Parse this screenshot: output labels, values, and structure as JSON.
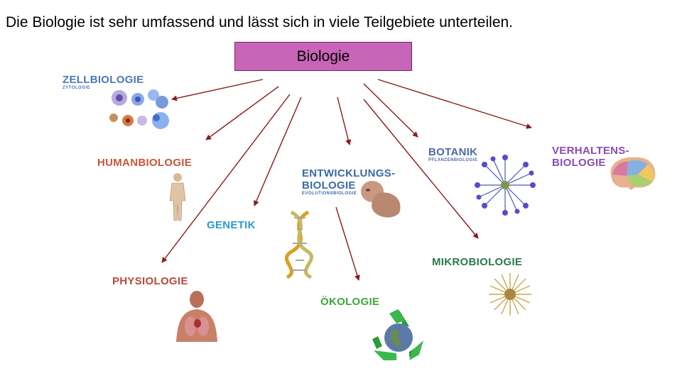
{
  "headline": "Die Biologie ist sehr umfassend und lässt sich in viele Teilgebiete unterteilen.",
  "root": {
    "label": "Biologie",
    "color": "#c965b8"
  },
  "arrow_color": "#8b1a1a",
  "branches": [
    {
      "id": "zellbiologie",
      "label": "ZELLBIOLOGIE",
      "sub": "ZYTOLOGIE",
      "color": "#4a78b8",
      "icon": "cells-icon"
    },
    {
      "id": "humanbiologie",
      "label": "HUMANBIOLOGIE",
      "sub": "",
      "color": "#c8563a",
      "icon": "human-body-icon"
    },
    {
      "id": "genetik",
      "label": "GENETIK",
      "sub": "",
      "color": "#2a9ad0",
      "icon": "dna-icon"
    },
    {
      "id": "physiologie",
      "label": "PHYSIOLOGIE",
      "sub": "",
      "color": "#b44a3a",
      "icon": "anatomy-icon"
    },
    {
      "id": "entwicklungsbiologie",
      "label": "ENTWICKLUNGS-\nBIOLOGIE",
      "sub": "EVOLUTIONSBIOLOGIE",
      "color": "#3a6aa8",
      "icon": "fetus-icon"
    },
    {
      "id": "oekologie",
      "label": "ÖKOLOGIE",
      "sub": "",
      "color": "#3aa83a",
      "icon": "recycling-globe-icon"
    },
    {
      "id": "botanik",
      "label": "BOTANIK",
      "sub": "PFLANZENBIOLOGIE",
      "color": "#4a6aa8",
      "icon": "flower-icon"
    },
    {
      "id": "mikrobiologie",
      "label": "MIKROBIOLOGIE",
      "sub": "",
      "color": "#2a7a4a",
      "icon": "microbe-icon"
    },
    {
      "id": "verhaltensbiologie",
      "label": "VERHALTENS-\nBIOLOGIE",
      "sub": "",
      "color": "#8a4ab8",
      "icon": "brain-icon"
    }
  ]
}
